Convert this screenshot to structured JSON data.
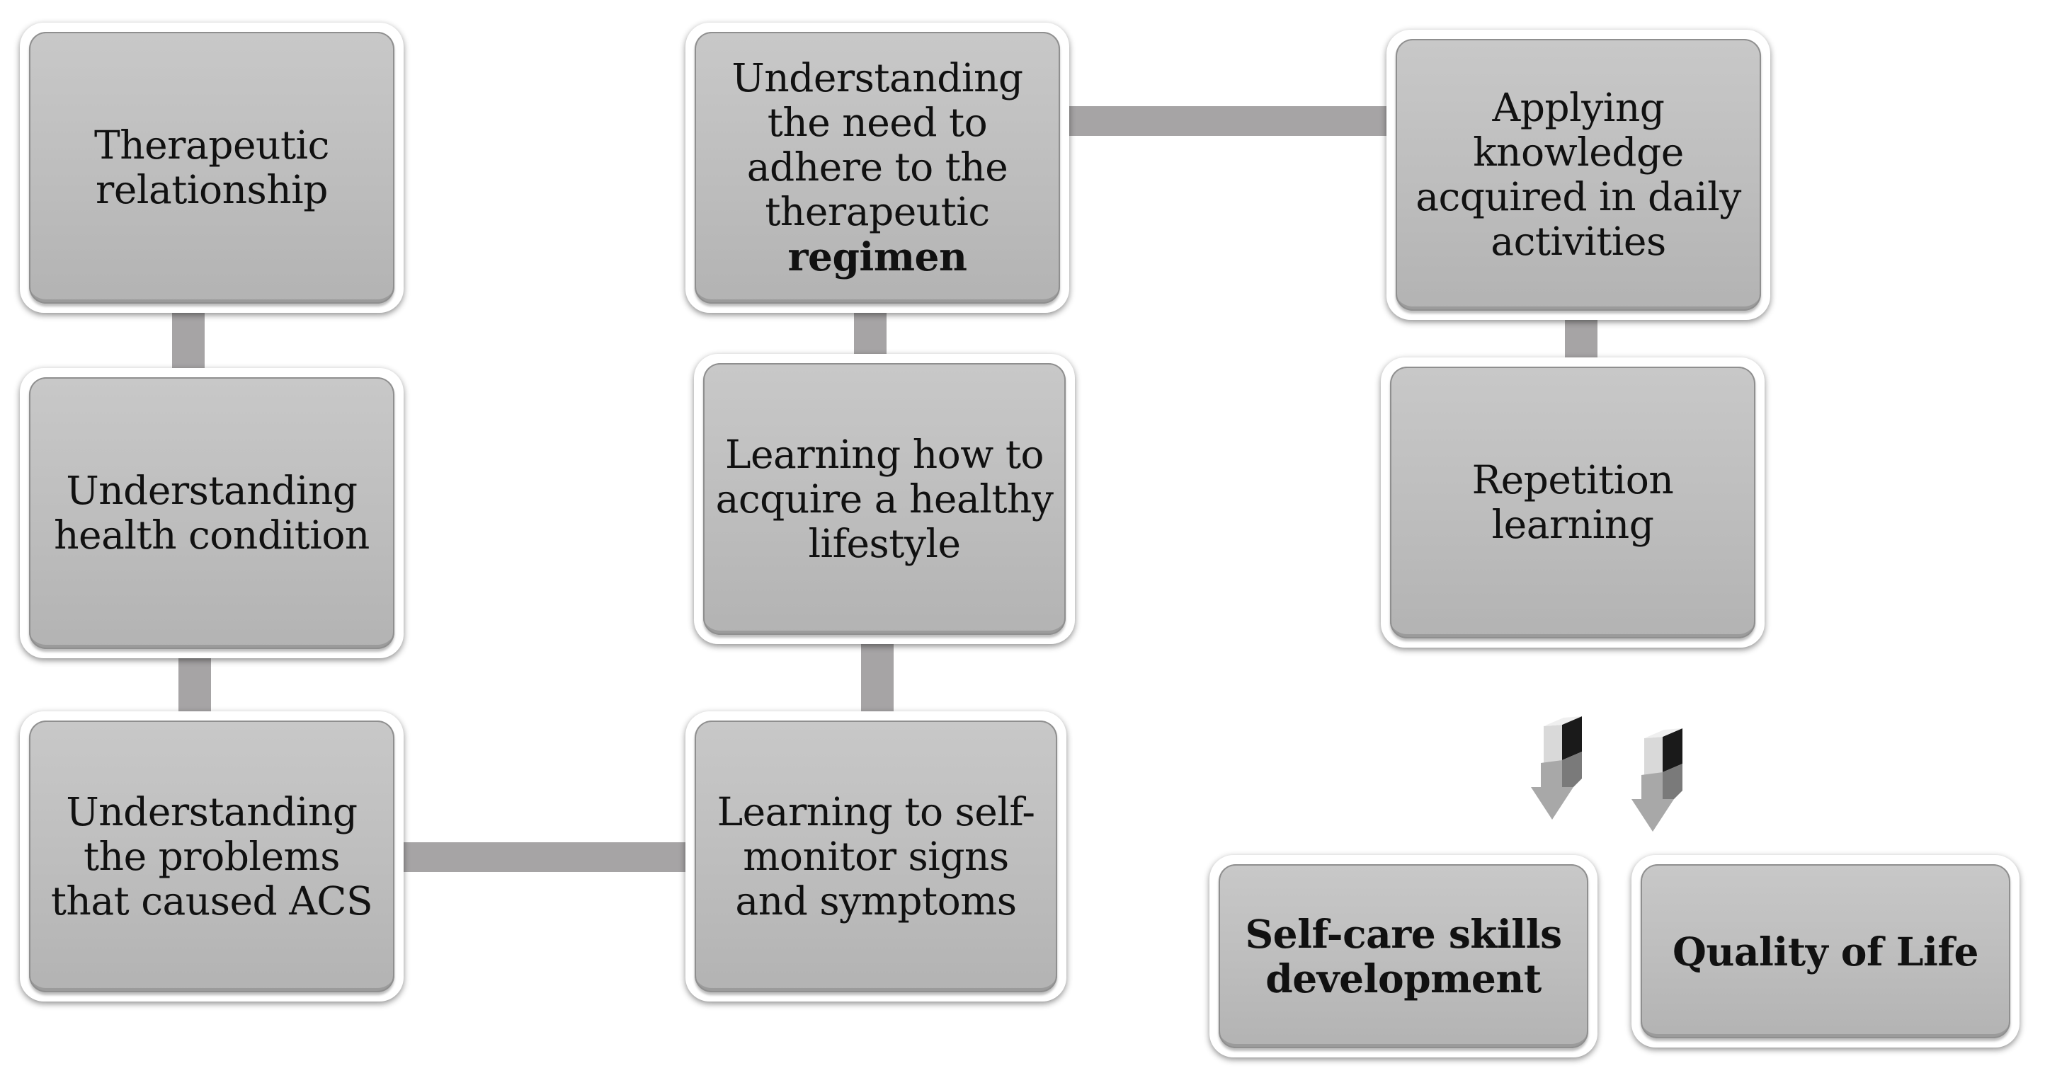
{
  "diagram": {
    "nodes": {
      "therapeutic_relationship": "Therapeutic relationship",
      "understanding_health": "Understanding health condition",
      "understanding_problems": "Understanding the problems that caused ACS",
      "learning_self_monitor": "Learning to self-monitor signs and symptoms",
      "learning_lifestyle": "Learning how to acquire a healthy lifestyle",
      "understanding_adhere_main": "Understanding the need to adhere to the therapeutic",
      "understanding_adhere_bold": "regimen",
      "applying_knowledge": "Applying knowledge acquired in daily activities",
      "repetition_learning": "Repetition learning",
      "self_care": "Self-care skills development",
      "quality_of_life": "Quality of Life"
    },
    "icons": {
      "arrow_left": "bent-down-arrow-icon",
      "arrow_right": "bent-down-arrow-icon"
    },
    "colors": {
      "node_fill": "#bfbfbf",
      "connector": "#a6a4a5",
      "arrow_front": "#a8a8a8",
      "arrow_dark": "#1a1a1a"
    }
  }
}
